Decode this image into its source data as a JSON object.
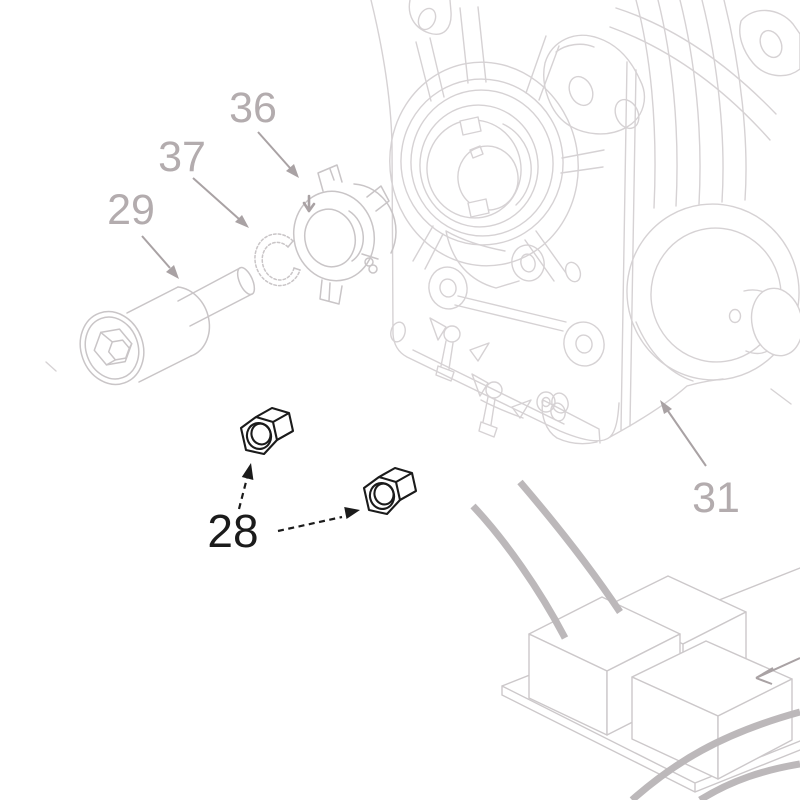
{
  "figure": {
    "kind": "exploded-parts-diagram",
    "background_color": "#ffffff",
    "colors": {
      "line_housing": "#d6d2d4",
      "line_parts": "#c9c5c7",
      "line_board": "#ccc8ca",
      "wire_gray": "#bcb8ba",
      "ink_black": "#1b1b1b",
      "label_gray": "#b3acae",
      "arrow_gray": "#a9a2a4"
    },
    "parts": [
      {
        "number": "28",
        "drawn_as": "hex-nut",
        "quantity": 2
      },
      {
        "number": "29",
        "drawn_as": "socket-head-cap-screw",
        "quantity": 1
      },
      {
        "number": "31",
        "drawn_as": "gear-motor-housing",
        "quantity": 1
      },
      {
        "number": "36",
        "drawn_as": "clamp-collar",
        "quantity": 1
      },
      {
        "number": "37",
        "drawn_as": "retaining-ring",
        "quantity": 1
      }
    ]
  },
  "callouts": {
    "c28": {
      "text": "28"
    },
    "c29": {
      "text": "29"
    },
    "c31": {
      "text": "31"
    },
    "c36": {
      "text": "36"
    },
    "c37": {
      "text": "37"
    }
  }
}
